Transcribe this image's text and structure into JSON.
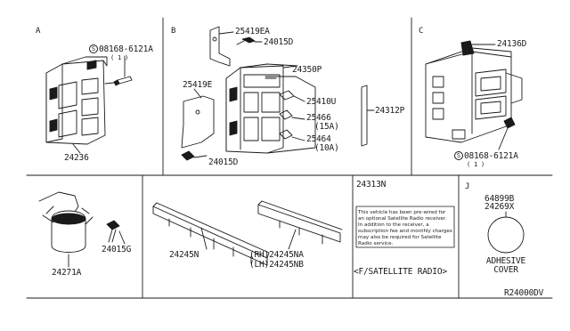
{
  "sections": {
    "a": "A",
    "b": "B",
    "c": "C",
    "j": "J"
  },
  "callouts": {
    "p_08168_a": "08168-6121A",
    "p_08168_a_qty": "( 1 )",
    "p_24236": "24236",
    "p_25419ea": "25419EA",
    "p_24015d_top": "24015D",
    "p_24350p": "24350P",
    "p_25419e": "25419E",
    "p_25410u": "25410U",
    "p_25466": "25466",
    "p_25466_amp": "(15A)",
    "p_25464": "25464",
    "p_25464_amp": "(10A)",
    "p_24015d_bot": "24015D",
    "p_24312p": "24312P",
    "p_24136d": "24136D",
    "p_08168_c": "08168-6121A",
    "p_08168_c_qty": "( 1 )",
    "p_24271a": "24271A",
    "p_24015g": "24015G",
    "p_24245n": "24245N",
    "p_24245na": "(RH)24245NA",
    "p_24245nb": "(LH)24245NB",
    "p_24313n": "24313N",
    "label_note": "This vehicle has been pre-wired for an optional Satellite Radio receiver. In addition to the receiver, a subscription fee and monthly charges may also be required for Satellite Radio service.",
    "satellite_radio": "<F/SATELLITE RADIO>",
    "p_64899b": "64899B",
    "p_24269x": "24269X",
    "adhesive_cover": "ADHESIVE\nCOVER",
    "diagram_code": "R24000DV",
    "screw_symbol": "S"
  }
}
